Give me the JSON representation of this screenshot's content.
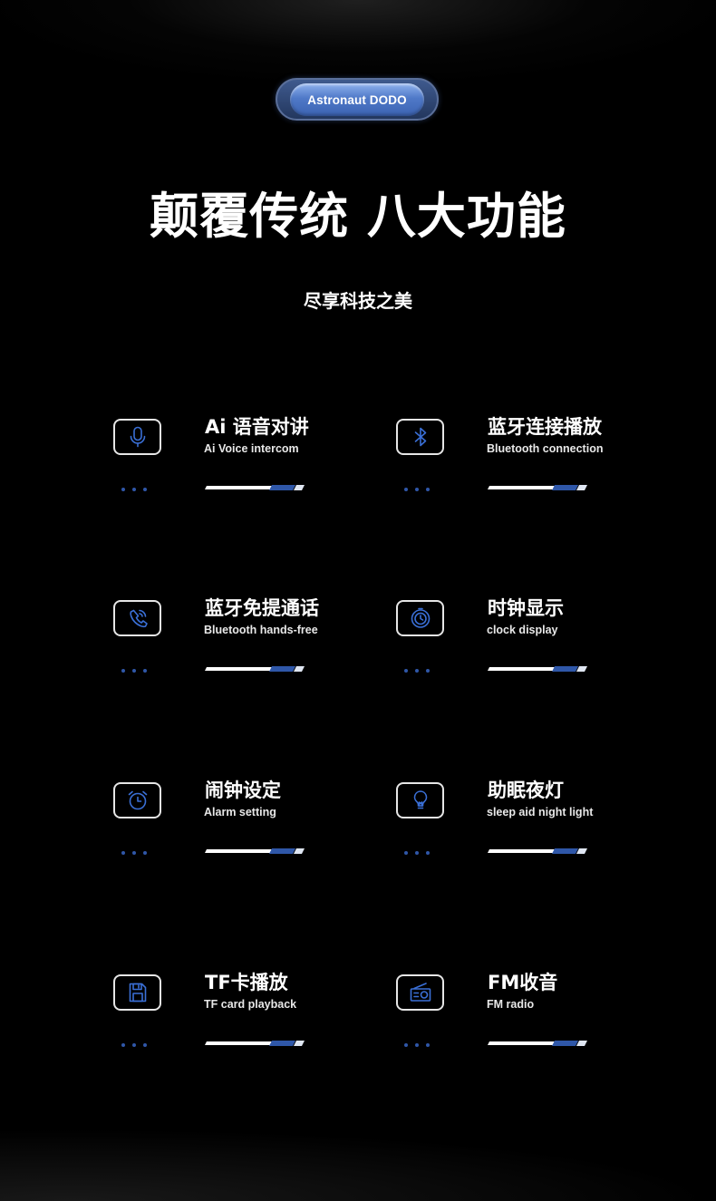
{
  "badge": {
    "label": "Astronaut DODO"
  },
  "headline": "颠覆传统 八大功能",
  "subheadline": "尽享科技之美",
  "features": [
    {
      "title": "Ai 语音对讲",
      "subtitle": "Ai Voice intercom",
      "icon": "microphone-icon"
    },
    {
      "title": "蓝牙连接播放",
      "subtitle": "Bluetooth connection",
      "icon": "bluetooth-icon"
    },
    {
      "title": "蓝牙免提通话",
      "subtitle": "Bluetooth hands-free",
      "icon": "phone-call-icon"
    },
    {
      "title": "时钟显示",
      "subtitle": "clock display",
      "icon": "clock-icon"
    },
    {
      "title": "闹钟设定",
      "subtitle": "Alarm setting",
      "icon": "alarm-clock-icon"
    },
    {
      "title": "助眠夜灯",
      "subtitle": "sleep aid night light",
      "icon": "light-bulb-icon"
    },
    {
      "title": "TF卡播放",
      "subtitle": "TF card playback",
      "icon": "sd-card-icon"
    },
    {
      "title": "FM收音",
      "subtitle": "FM radio",
      "icon": "radio-icon"
    }
  ],
  "colors": {
    "background": "#000000",
    "accent_blue": "#2f57a8",
    "icon_blue": "#3a6fd6",
    "text": "#ffffff"
  }
}
